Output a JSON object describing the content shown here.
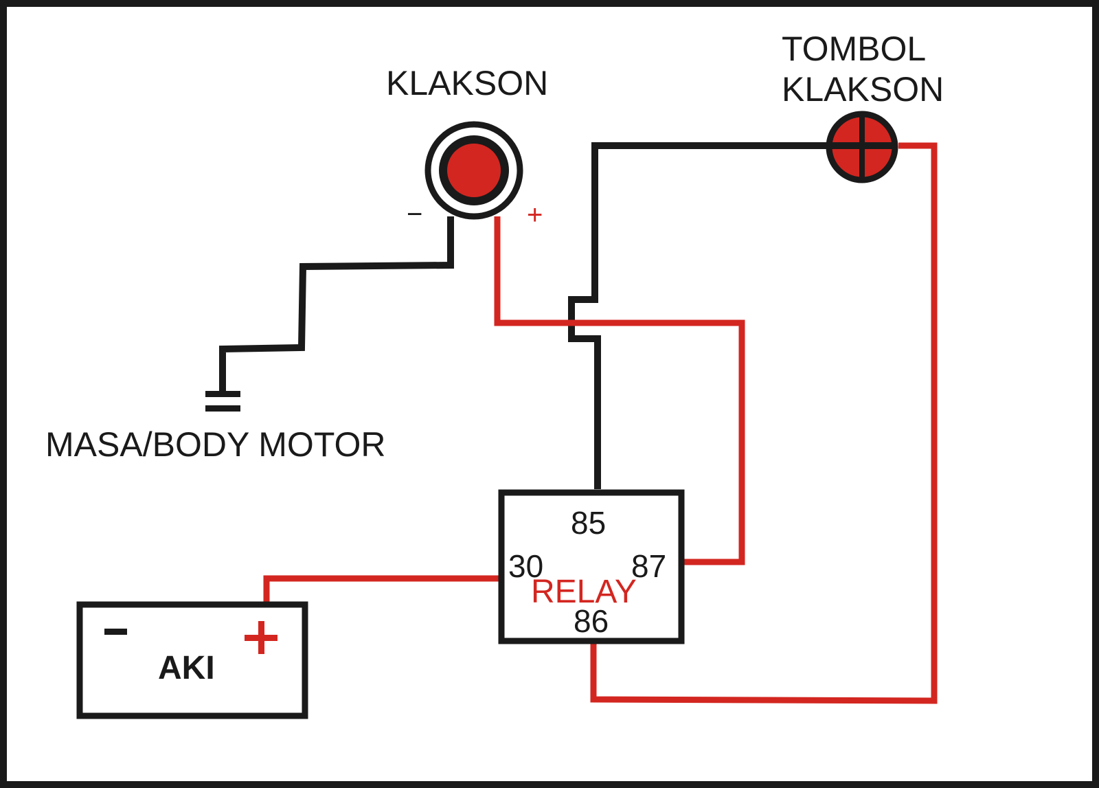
{
  "colors": {
    "black_wire": "#1a1a1a",
    "red_wire": "#d32620",
    "fill_red": "#d32620",
    "background": "#ffffff"
  },
  "labels": {
    "klakson": "KLAKSON",
    "tombol_line1": "TOMBOL",
    "tombol_line2": "KLAKSON",
    "masa": "MASA/BODY MOTOR",
    "aki": "AKI",
    "relay": "RELAY",
    "pin_85": "85",
    "pin_30": "30",
    "pin_87": "87",
    "pin_86": "86",
    "horn_minus": "−",
    "horn_plus": "+",
    "battery_minus": "−",
    "battery_plus": "+"
  },
  "icons": {
    "horn": "horn-icon",
    "switch": "push-button-icon",
    "ground": "ground-symbol-icon"
  }
}
